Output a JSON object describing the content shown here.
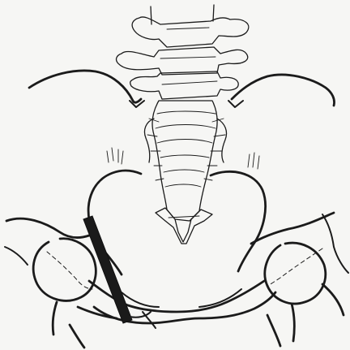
{
  "figure": {
    "kind": "anatomical line drawing",
    "subject": "pelvis-and-lumbosacral-spine",
    "view": "anterior",
    "style": "black ink on off-white",
    "marker_present": true
  }
}
